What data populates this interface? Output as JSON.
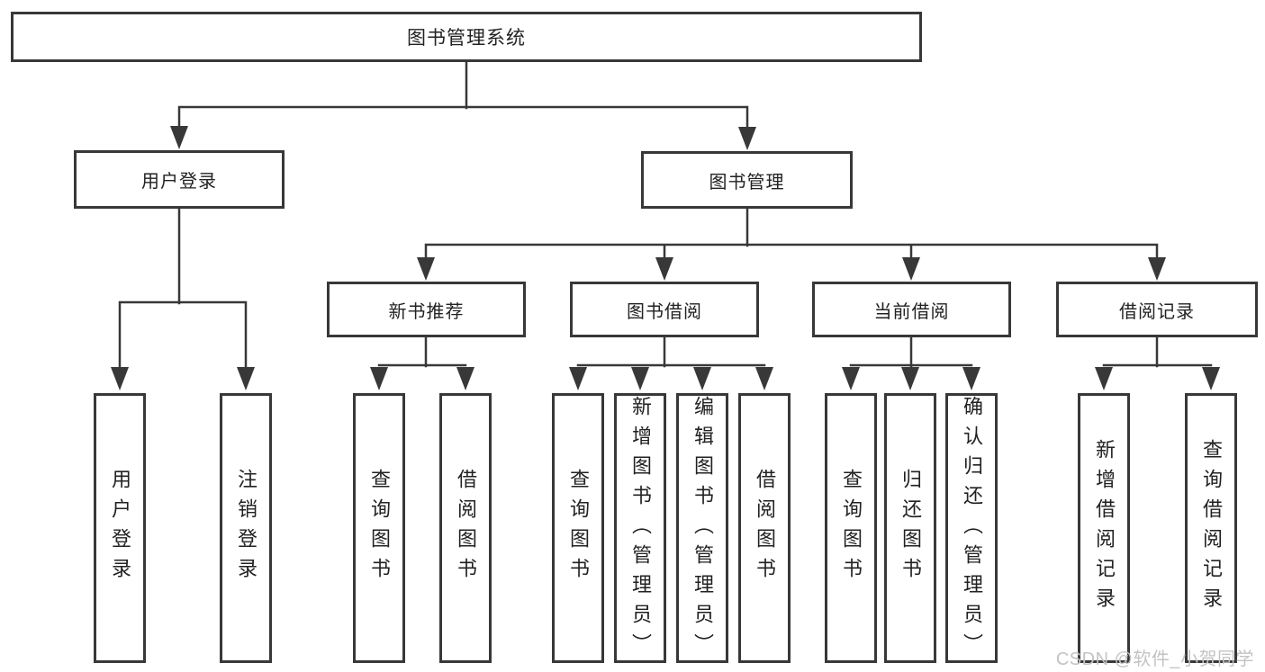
{
  "colors": {
    "background": "#ffffff",
    "line": "#383838",
    "box_border": "#383838",
    "box_fill": "#ffffff",
    "text": "#222222",
    "watermark": "#c3c3c3"
  },
  "tree": {
    "root": "图书管理系统",
    "branches": [
      {
        "label": "用户登录",
        "children": [
          {
            "label": "用户登录"
          },
          {
            "label": "注销登录"
          }
        ]
      },
      {
        "label": "图书管理",
        "groups": [
          {
            "label": "新书推荐",
            "children": [
              {
                "label": "查询图书"
              },
              {
                "label": "借阅图书"
              }
            ]
          },
          {
            "label": "图书借阅",
            "children": [
              {
                "label": "查询图书"
              },
              {
                "label": "新增图书（管理员）"
              },
              {
                "label": "编辑图书（管理员）"
              },
              {
                "label": "借阅图书"
              }
            ]
          },
          {
            "label": "当前借阅",
            "children": [
              {
                "label": "查询图书"
              },
              {
                "label": "归还图书"
              },
              {
                "label": "确认归还（管理员）"
              }
            ]
          },
          {
            "label": "借阅记录",
            "children": [
              {
                "label": "新增借阅记录"
              },
              {
                "label": "查询借阅记录"
              }
            ]
          }
        ]
      }
    ]
  },
  "watermark": "CSDN @软件_小贺同学"
}
